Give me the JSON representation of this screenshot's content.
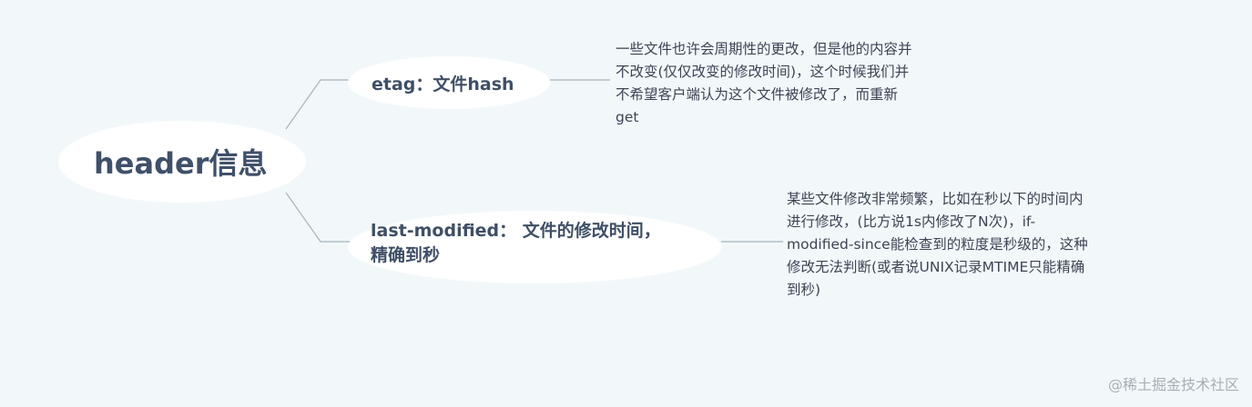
{
  "root": {
    "label": "header信息"
  },
  "branches": [
    {
      "label": "etag：文件hash",
      "note": "一些文件也许会周期性的更改，但是他的内容并\n不改变(仅仅改变的修改时间)，这个时候我们并\n不希望客户端认为这个文件被修改了，而重新\nget"
    },
    {
      "label": "last-modified： 文件的修改时间，\n精确到秒",
      "note": "某些文件修改非常频繁，比如在秒以下的时间内\n进行修改，(比方说1s内修改了N次)，if-\nmodified-since能检查到的粒度是秒级的，这种\n修改无法判断(或者说UNIX记录MTIME只能精确\n到秒)"
    }
  ],
  "watermark": "@稀土掘金技术社区",
  "colors": {
    "background": "#f2f8fa",
    "node_fill": "#ffffff",
    "node_text": "#3f4f66",
    "connector": "#a7b2bb"
  }
}
